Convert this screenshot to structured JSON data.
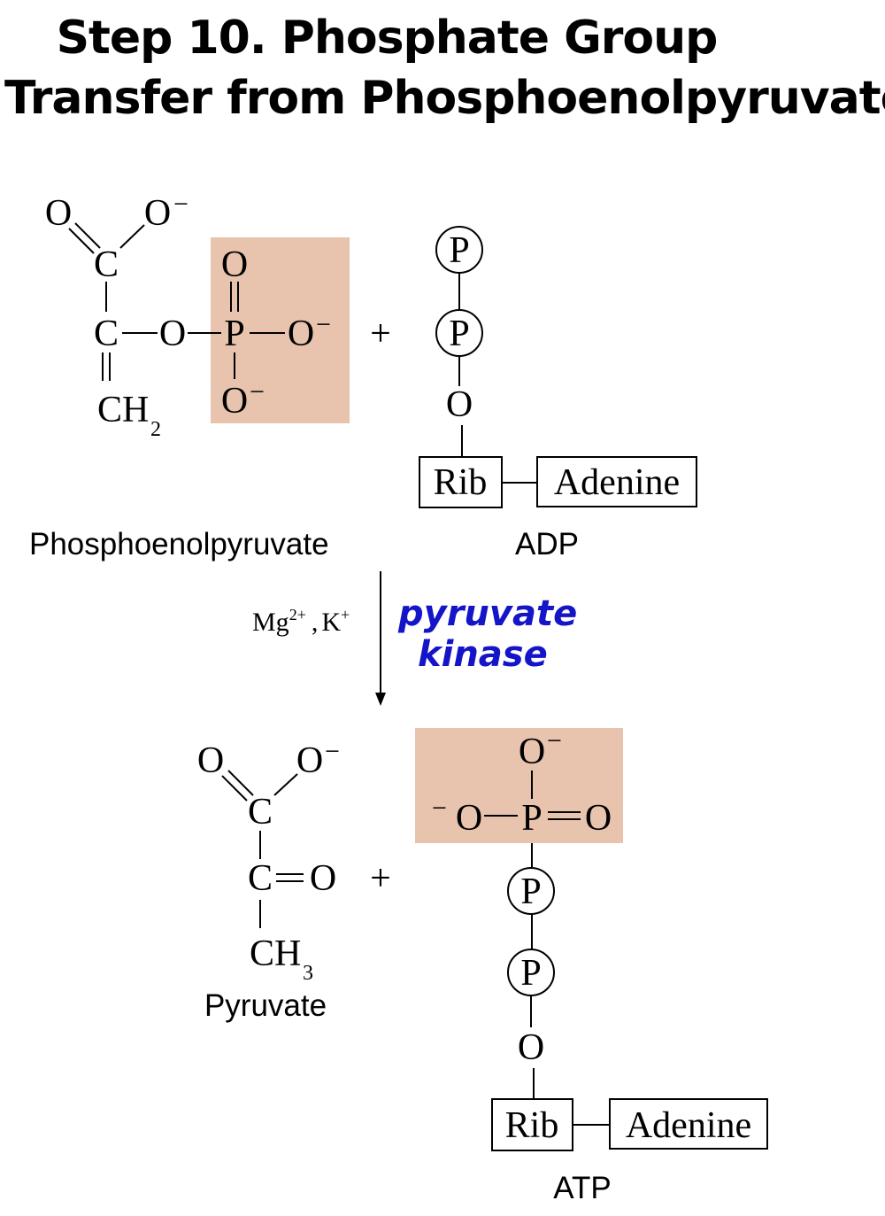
{
  "title": {
    "line1": "Step 10. Phosphate Group",
    "line2": "Transfer from Phosphoenolpyruvate"
  },
  "atoms": {
    "O": "O",
    "C": "C",
    "P": "P",
    "CH": "CH",
    "sub2": "2",
    "sub3": "3",
    "minus": "−",
    "plus": "+",
    "Rib": "Rib",
    "Adenine": "Adenine"
  },
  "labels": {
    "reactant1": "Phosphoenolpyruvate",
    "reactant2": "ADP",
    "product1": "Pyruvate",
    "product2": "ATP"
  },
  "cofactors": {
    "mg": "Mg",
    "mg_charge": "2+",
    "sep": ",",
    "k": "K",
    "k_charge": "+"
  },
  "enzyme": {
    "line1": "pyruvate",
    "line2": "kinase"
  },
  "colors": {
    "highlight": "#e8c3ad",
    "enzyme": "#1414c8"
  }
}
